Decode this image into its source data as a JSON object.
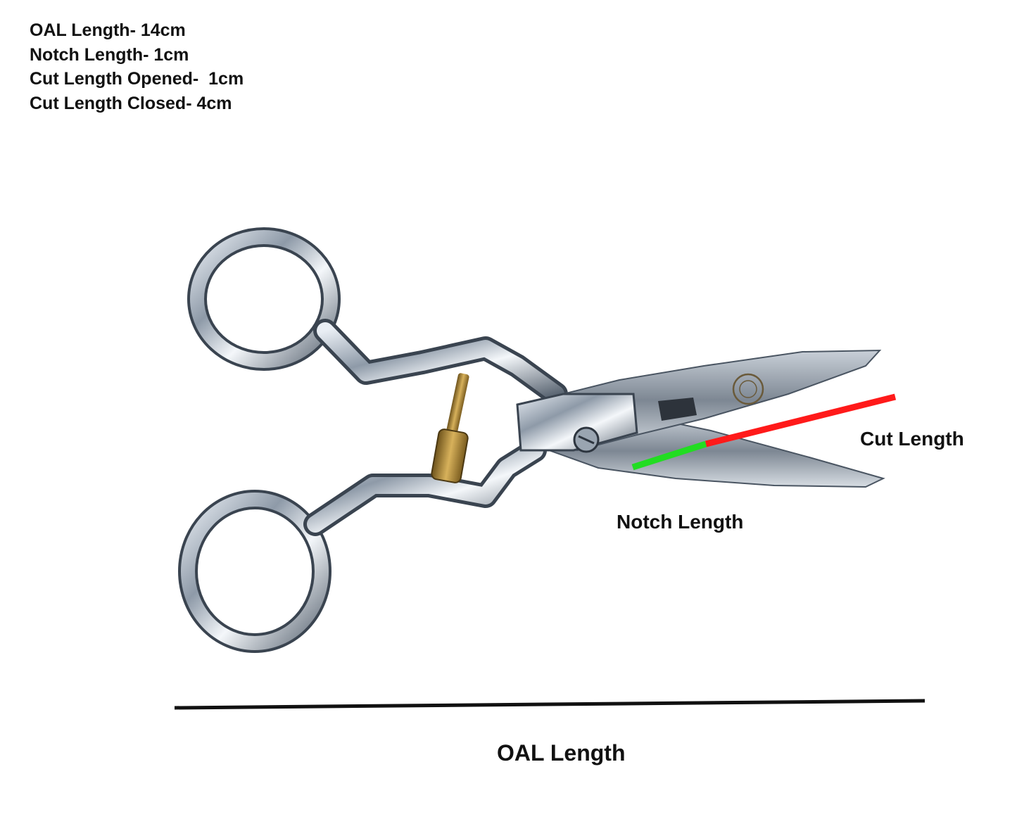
{
  "specs": [
    "OAL Length- 14cm",
    "Notch Length- 1cm",
    "Cut Length Opened-  1cm",
    "Cut Length Closed- 4cm"
  ],
  "labels": {
    "cut_length": "Cut Length",
    "notch_length": "Notch Length",
    "oal_length": "OAL Length"
  },
  "colors": {
    "cut_line": "#ff1a1a",
    "notch_line": "#22dd22",
    "oal_line": "#111111",
    "metal": "#b8c1cc",
    "brass": "#b08a3a"
  }
}
